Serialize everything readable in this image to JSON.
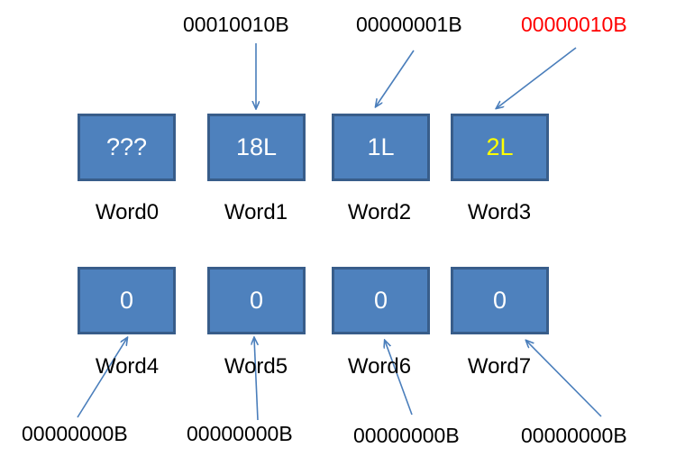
{
  "diagram": {
    "title_color_accent": "#ff0000",
    "box_fill": "#4e81bd",
    "box_border": "#385d8a",
    "arrow_color": "#4a7ebb",
    "highlight_text_color": "#ffff00",
    "top_labels": [
      {
        "text": "00010010B",
        "color": "black"
      },
      {
        "text": "00000001B",
        "color": "black"
      },
      {
        "text": "00000010B",
        "color": "red"
      }
    ],
    "words": [
      {
        "name": "Word0",
        "value": "???",
        "value_color": "white"
      },
      {
        "name": "Word1",
        "value": "18L",
        "value_color": "white"
      },
      {
        "name": "Word2",
        "value": "1L",
        "value_color": "white"
      },
      {
        "name": "Word3",
        "value": "2L",
        "value_color": "yellow"
      },
      {
        "name": "Word4",
        "value": "0",
        "value_color": "white"
      },
      {
        "name": "Word5",
        "value": "0",
        "value_color": "white"
      },
      {
        "name": "Word6",
        "value": "0",
        "value_color": "white"
      },
      {
        "name": "Word7",
        "value": "0",
        "value_color": "white"
      }
    ],
    "bottom_labels": [
      {
        "text": "00000000B",
        "color": "black"
      },
      {
        "text": "00000000B",
        "color": "black"
      },
      {
        "text": "00000000B",
        "color": "black"
      },
      {
        "text": "00000000B",
        "color": "black"
      }
    ]
  }
}
